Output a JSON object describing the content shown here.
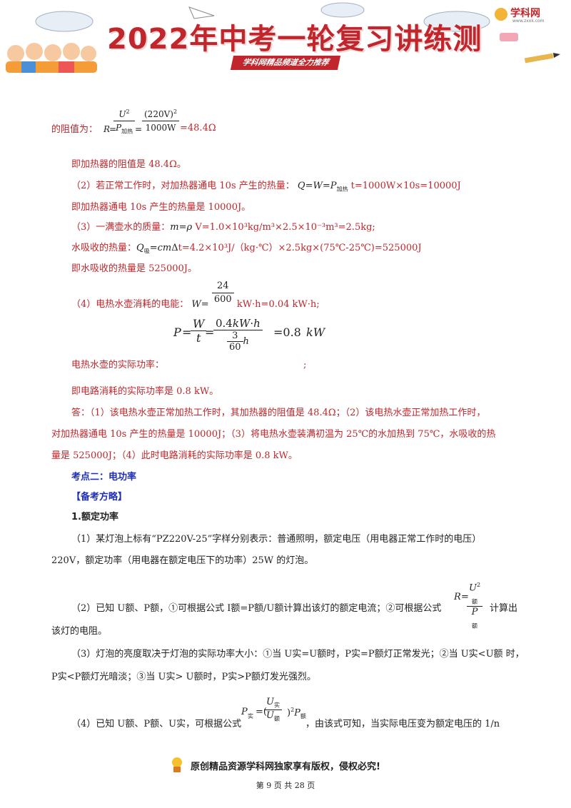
{
  "banner": {
    "title": "2022年中考一轮复习讲练测",
    "ribbon": "学科网精品频道全力推荐",
    "brand": "学科网",
    "brand_url": "www.zxxk.com"
  },
  "solution": {
    "l1_label": "的阻值为：",
    "l1_result": "=48.4Ω",
    "l2": "即加热器的阻值是 48.4Ω。",
    "l3_prefix": "（2）若正常工作时，对加热器通电 10s 产生的热量：",
    "l3_eq": "t=1000W×10s=10000J",
    "l4": "即加热器通电 10s 产生的热量是 10000J。",
    "l5_prefix": "（3）一满壶水的质量：",
    "l5_eq": "V=1.0×10³kg/m³×2.5×10⁻³m³=2.5kg;",
    "l6_prefix": "水吸收的热量：",
    "l6_eq": "t=4.2×10³J/（kg·℃）×2.5kg×(75℃-25℃)=525000J",
    "l7": "即水吸收的热量是 525000J。",
    "l8_prefix": "（4）电热水壶消耗的电能：",
    "l8_frac_num": "24",
    "l8_frac_den": "600",
    "l8_suffix": "kW·h=0.04 kW·h;",
    "eq_result": "=0.8",
    "eq_unit": "kW",
    "l9_label": "电热水壶的实际功率：",
    "l9_semicolon": ";",
    "l10": "即电路消耗的实际功率是 0.8 kW。",
    "answer_1": "答：（1）该电热水壶正常加热工作时，其加热器的阻值是 48.4Ω；（2）该电热水壶正常加热工作时，",
    "answer_2": "对加热器通电 10s 产生的热量是 10000J；（3）将电热水壶装满初温为 25℃的水加热到 75℃，水吸收的热",
    "answer_3": "量是 525000J；（4）此时电路消耗的实际功率是 0.8 kW。"
  },
  "section": {
    "heading": "考点二：电功率",
    "tips": "【备考方略】",
    "sub1": "1.额定功率",
    "p1_a": "（1）某灯泡上标有“PZ220V-25”字样分别表示：普通照明，额定电压（用电器正常工作时的电压）",
    "p1_b": "220V，额定功率（用电器在额定电压下的功率）25W 的灯泡。",
    "p2_a": "（2）已知 U额、P额，①可根据公式 I额=P额/U额计算出该灯的额定电流；②可根据公式",
    "p2_b": "计算出",
    "p2_c": "该灯的电阻。",
    "p3_a": "（3）灯泡的亮度取决于灯泡的实际功率大小：①当 U实=U额时，P实=P额灯正常发光；②当 U实<U额 时，",
    "p3_b": "P实<P额灯光暗淡；③当 U实> U额时，P实>P额灯发光强烈。",
    "p4_a": "（4）已知 U额、P额、U实，可根据公式",
    "p4_b": "，由该式可知，当实际电压变为额定电压的 1/n"
  },
  "footer": {
    "copyright": "原创精品资源学科网独家享有版权，侵权必究!",
    "page": "第 9 页 共 28 页"
  }
}
